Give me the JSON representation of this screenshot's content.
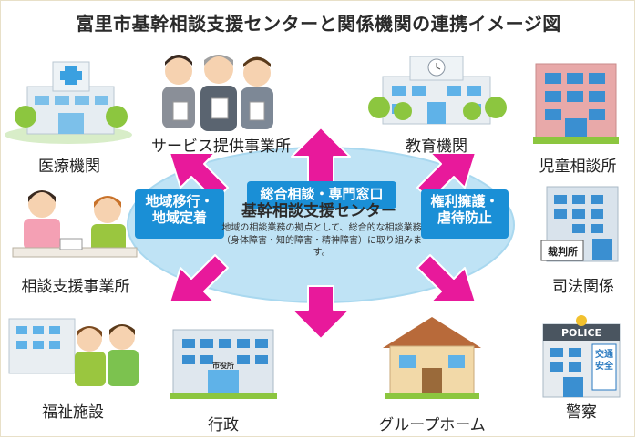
{
  "title": "富里市基幹相談支援センターと関係機関の連携イメージ図",
  "center": {
    "top_box": "総合相談・専門窓口",
    "left_box": [
      "地域移行・",
      "地域定着"
    ],
    "right_box": [
      "権利擁護・",
      "虐待防止"
    ],
    "name": "基幹相談支援センター",
    "description": [
      "地域の相談業務の拠点として、総合的な相談業務",
      "（身体障害・知的障害・精神障害）に取り組みます。"
    ]
  },
  "nodes": {
    "medical": "医療機関",
    "service": "サービス提供事業所",
    "education": "教育機関",
    "child": "児童相談所",
    "consult": "相談支援事業所",
    "judicial": "司法関係",
    "welfare": "福祉施設",
    "admin": "行政",
    "group_home": "グループホーム",
    "police": "警察"
  },
  "signs": {
    "court": "裁判所",
    "police_sign": "POLICE",
    "traffic": [
      "交通",
      "安全"
    ],
    "city_hall": "市役所"
  },
  "colors": {
    "ellipse": "#bfe3f5",
    "tile": "#1a8fd6",
    "arrow": "#e8199b"
  }
}
